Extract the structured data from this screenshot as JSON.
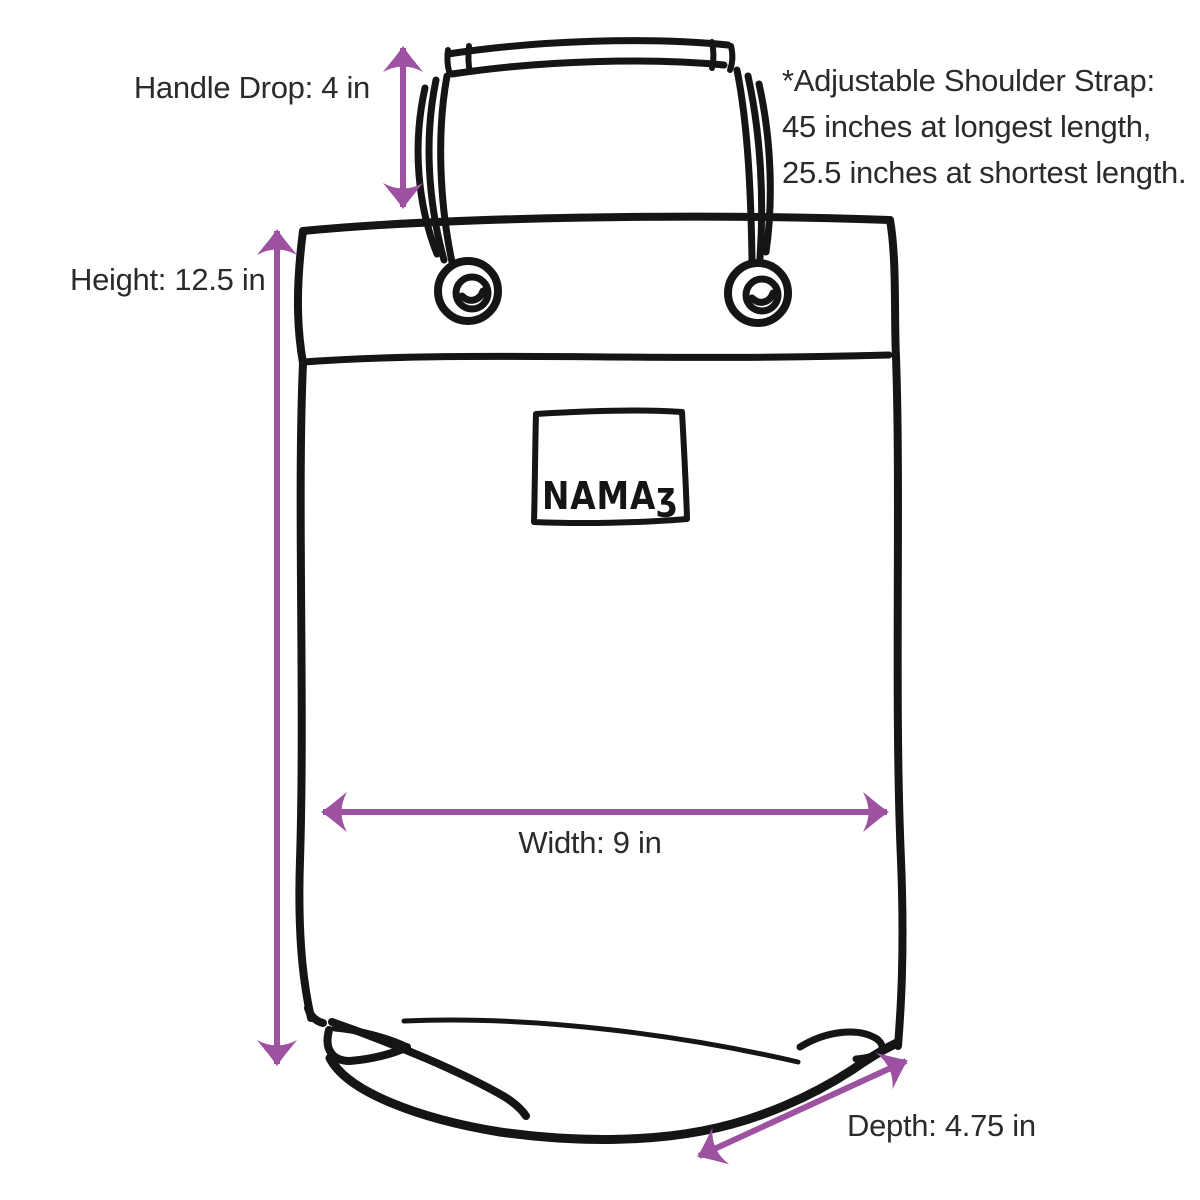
{
  "colors": {
    "arrow_purple": "#9d52a1",
    "ink_black": "#151515",
    "label_text": "#2b2b2b"
  },
  "bag": {
    "brand_label": "NAMAʒ"
  },
  "labels": {
    "handle_drop": "Handle Drop: 4 in",
    "height": "Height: 12.5 in",
    "width": "Width: 9 in",
    "depth": "Depth: 4.75 in"
  },
  "strap_note": {
    "line1": "*Adjustable Shoulder Strap:",
    "line2": "45 inches at longest length,",
    "line3": "25.5 inches at shortest length."
  }
}
